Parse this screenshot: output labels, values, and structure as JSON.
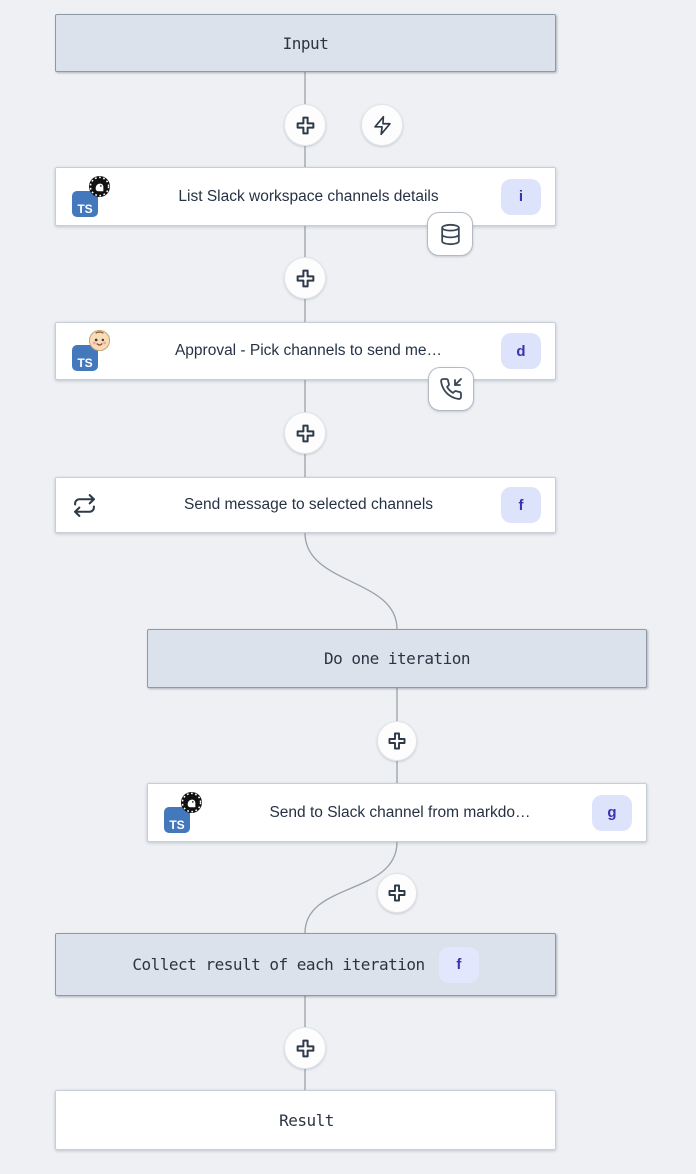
{
  "flow": {
    "nodes": [
      {
        "id": "input",
        "label": "Input",
        "kind": "module"
      },
      {
        "id": "step1",
        "label": "List Slack workspace channels details",
        "kind": "task",
        "badge": "i",
        "icons": [
          "ts-lang-icon",
          "hub-script-icon"
        ],
        "indicator": "database-icon"
      },
      {
        "id": "step2",
        "label": "Approval - Pick channels to send me…",
        "kind": "task",
        "badge": "d",
        "icons": [
          "ts-lang-icon",
          "face-emoji-icon"
        ],
        "indicator": "phone-incoming-icon"
      },
      {
        "id": "step3",
        "label": "Send message to selected channels",
        "kind": "task",
        "badge": "f",
        "icons": [
          "repeat-loop-icon"
        ]
      },
      {
        "id": "iter",
        "label": "Do one iteration",
        "kind": "module"
      },
      {
        "id": "step5",
        "label": "Send to Slack channel from markdo…",
        "kind": "task",
        "badge": "g",
        "icons": [
          "ts-lang-icon",
          "hub-script-icon"
        ]
      },
      {
        "id": "collect",
        "label": "Collect result of each iteration",
        "kind": "module",
        "badge": "f"
      },
      {
        "id": "result",
        "label": "Result",
        "kind": "module"
      }
    ],
    "ts_badge_text": "TS",
    "buttons": {
      "add_step": "plus-button",
      "add_trigger": "zap-button"
    },
    "colors": {
      "canvas_bg": "#eef0f4",
      "module_node_bg": "#dbe2eb",
      "module_node_border": "#8f9aa8",
      "task_node_bg": "#ffffff",
      "task_node_border": "#c9ced6",
      "badge_bg": "#dee3fc",
      "badge_text": "#3a33af",
      "ts_badge_bg": "#4478bd",
      "connector": "#9aa1a9",
      "glyph": "#2e3a48"
    }
  }
}
